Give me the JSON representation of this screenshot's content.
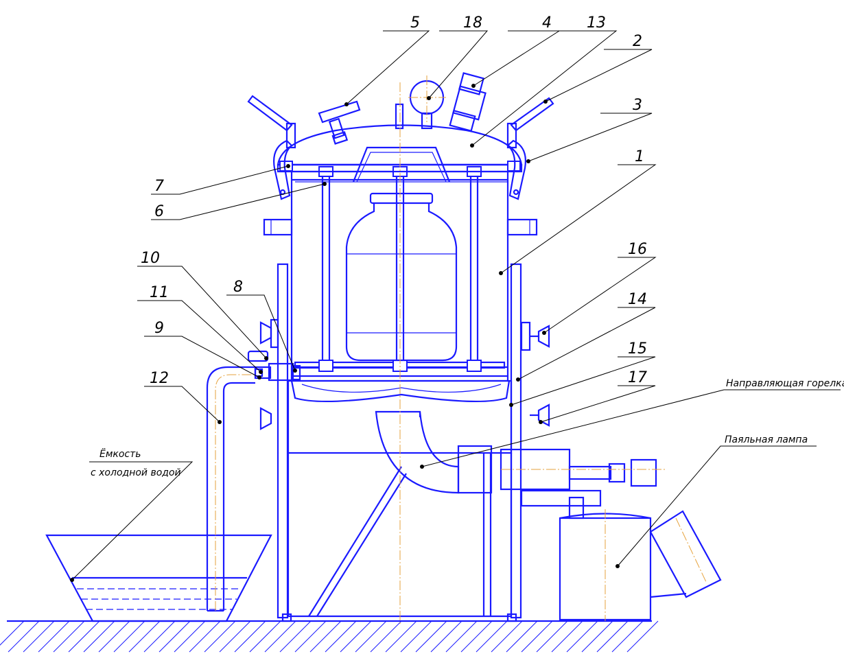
{
  "callouts": [
    {
      "id": "c5",
      "text": "5"
    },
    {
      "id": "c18",
      "text": "18"
    },
    {
      "id": "c4",
      "text": "4"
    },
    {
      "id": "c13",
      "text": "13"
    },
    {
      "id": "c2",
      "text": "2"
    },
    {
      "id": "c3",
      "text": "3"
    },
    {
      "id": "c1",
      "text": "1"
    },
    {
      "id": "c7",
      "text": "7"
    },
    {
      "id": "c6",
      "text": "6"
    },
    {
      "id": "c16",
      "text": "16"
    },
    {
      "id": "c10",
      "text": "10"
    },
    {
      "id": "c11",
      "text": "11"
    },
    {
      "id": "c8",
      "text": "8"
    },
    {
      "id": "c9",
      "text": "9"
    },
    {
      "id": "c14",
      "text": "14"
    },
    {
      "id": "c15",
      "text": "15"
    },
    {
      "id": "c12",
      "text": "12"
    },
    {
      "id": "c17",
      "text": "17"
    }
  ],
  "captions": {
    "guide_burner": "Направляющая горелка",
    "blowtorch": "Паяльная лампа",
    "container_line1": "Ёмкость",
    "container_line2": "с холодной водой"
  },
  "colors": {
    "outline": "#1a1aff",
    "axis": "#e6a23c",
    "leader": "#000000"
  }
}
